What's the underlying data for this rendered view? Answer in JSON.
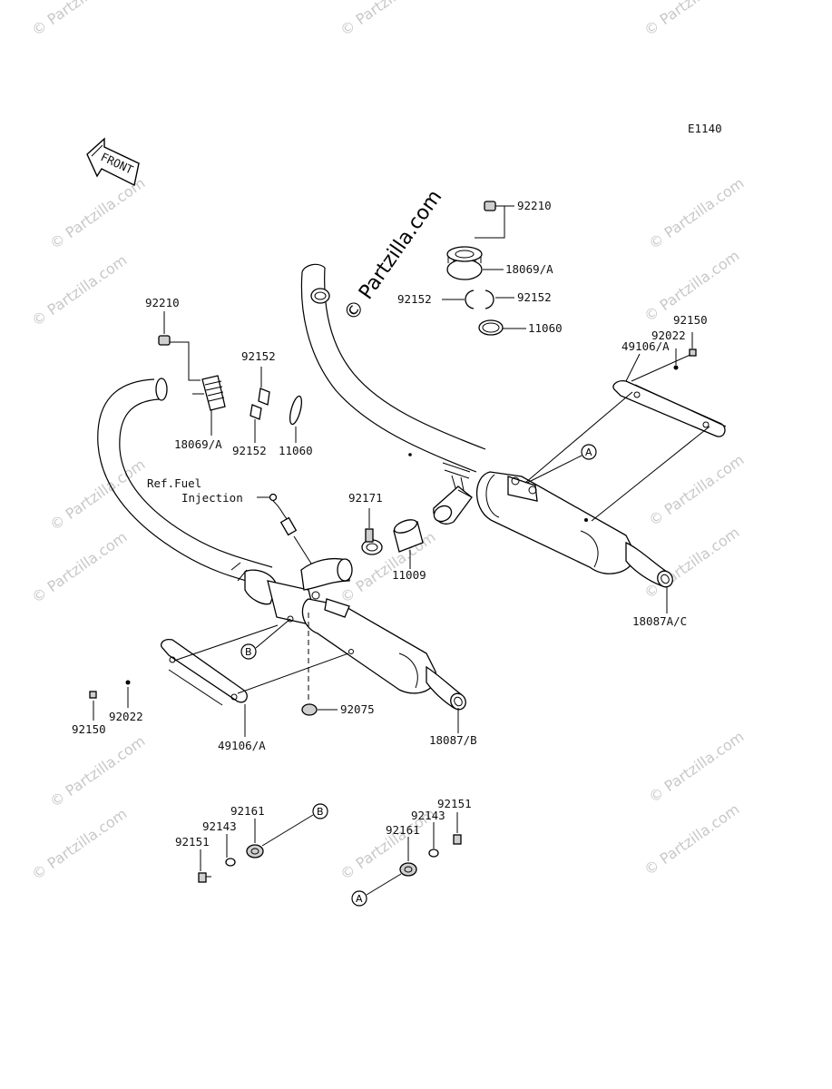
{
  "diagram_code": "E1140",
  "front_label": "FRONT",
  "watermark": "© Partzilla.com",
  "center_watermark": "© Partzilla.com",
  "note": {
    "line1": "Ref.Fuel",
    "line2": "Injection"
  },
  "parts": {
    "p92210_top": "92210",
    "p18069a_top": "18069/A",
    "p92152_top_right": "92152",
    "p92152_top_left": "92152",
    "p11060_top": "11060",
    "p92150_right": "92150",
    "p49106a_right": "49106/A",
    "p92022_right": "92022",
    "p92210_left": "92210",
    "p92152_mid_top": "92152",
    "p18069a_left": "18069/A",
    "p92152_mid_bottom": "92152",
    "p11060_mid": "11060",
    "p92171": "92171",
    "p11009": "11009",
    "p18087ac": "18087A/C",
    "p92150_left": "92150",
    "p92022_left": "92022",
    "p49106a_left": "49106/A",
    "p92075": "92075",
    "p18087b": "18087/B",
    "p92161_left": "92161",
    "p92143_left": "92143",
    "p92151_left": "92151",
    "p92151_right": "92151",
    "p92143_right": "92143",
    "p92161_right": "92161"
  },
  "callouts": {
    "a": "A",
    "b": "B"
  }
}
